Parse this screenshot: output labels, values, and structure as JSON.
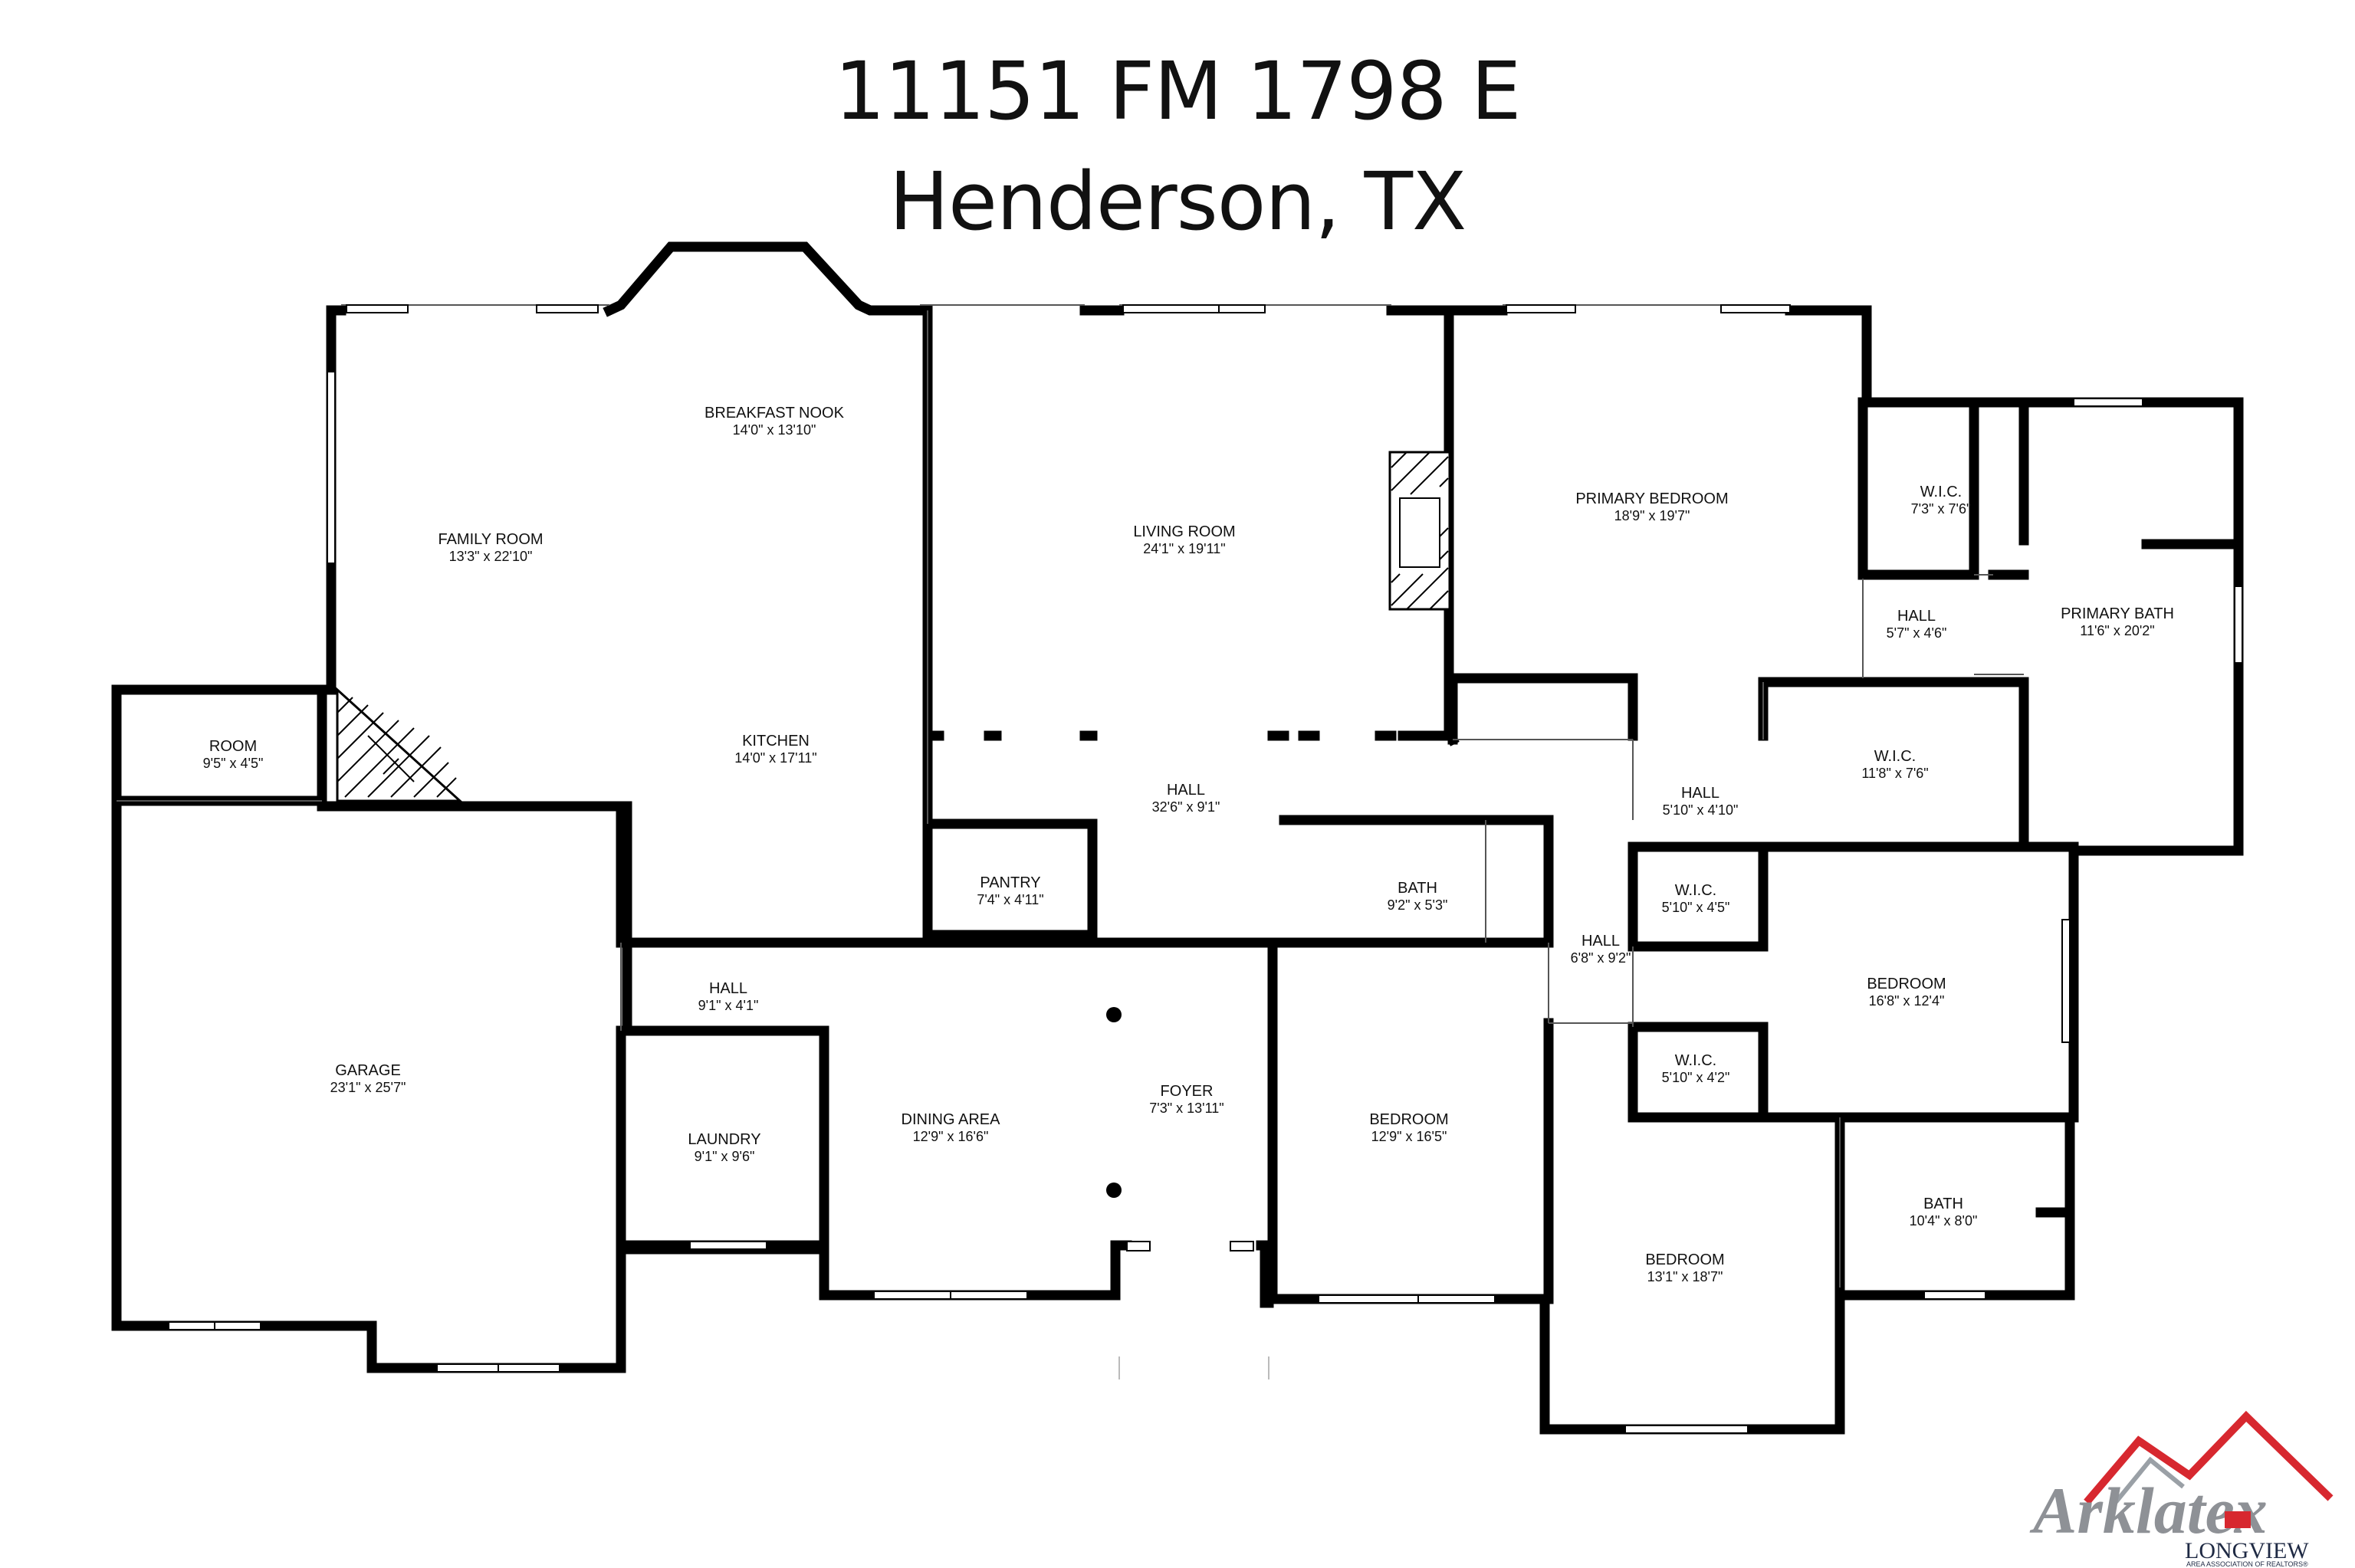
{
  "title": {
    "line1": "11151 FM 1798 E",
    "line2": "Henderson, TX"
  },
  "rooms": [
    {
      "id": "breakfast-nook",
      "name": "BREAKFAST NOOK",
      "dims": "14'0\" x 13'10\""
    },
    {
      "id": "family-room",
      "name": "FAMILY ROOM",
      "dims": "13'3\" x 22'10\""
    },
    {
      "id": "living-room",
      "name": "LIVING ROOM",
      "dims": "24'1\" x 19'11\""
    },
    {
      "id": "primary-bedroom",
      "name": "PRIMARY BEDROOM",
      "dims": "18'9\" x 19'7\""
    },
    {
      "id": "wic-primary",
      "name": "W.I.C.",
      "dims": "7'3\" x 7'6\""
    },
    {
      "id": "hall-primary",
      "name": "HALL",
      "dims": "5'7\" x 4'6\""
    },
    {
      "id": "primary-bath",
      "name": "PRIMARY BATH",
      "dims": "11'6\" x 20'2\""
    },
    {
      "id": "room",
      "name": "ROOM",
      "dims": "9'5\" x 4'5\""
    },
    {
      "id": "kitchen",
      "name": "KITCHEN",
      "dims": "14'0\" x 17'11\""
    },
    {
      "id": "hall-main",
      "name": "HALL",
      "dims": "32'6\" x 9'1\""
    },
    {
      "id": "hall-east",
      "name": "HALL",
      "dims": "5'10\" x 4'10\""
    },
    {
      "id": "wic-large",
      "name": "W.I.C.",
      "dims": "11'8\" x 7'6\""
    },
    {
      "id": "pantry",
      "name": "PANTRY",
      "dims": "7'4\" x 4'11\""
    },
    {
      "id": "bath-center",
      "name": "BATH",
      "dims": "9'2\" x 5'3\""
    },
    {
      "id": "wic-east1",
      "name": "W.I.C.",
      "dims": "5'10\" x 4'5\""
    },
    {
      "id": "hall-bed",
      "name": "HALL",
      "dims": "6'8\" x 9'2\""
    },
    {
      "id": "bedroom-east",
      "name": "BEDROOM",
      "dims": "16'8\" x 12'4\""
    },
    {
      "id": "hall-laundry",
      "name": "HALL",
      "dims": "9'1\" x 4'1\""
    },
    {
      "id": "garage",
      "name": "GARAGE",
      "dims": "23'1\" x 25'7\""
    },
    {
      "id": "foyer",
      "name": "FOYER",
      "dims": "7'3\" x 13'11\""
    },
    {
      "id": "wic-east2",
      "name": "W.I.C.",
      "dims": "5'10\" x 4'2\""
    },
    {
      "id": "dining-area",
      "name": "DINING AREA",
      "dims": "12'9\" x 16'6\""
    },
    {
      "id": "bedroom-center",
      "name": "BEDROOM",
      "dims": "12'9\" x 16'5\""
    },
    {
      "id": "laundry",
      "name": "LAUNDRY",
      "dims": "9'1\" x 9'6\""
    },
    {
      "id": "bath-east",
      "name": "BATH",
      "dims": "10'4\" x 8'0\""
    },
    {
      "id": "bedroom-south",
      "name": "BEDROOM",
      "dims": "13'1\" x 18'7\""
    }
  ],
  "logo": {
    "brand": "Arklatex",
    "city": "LONGVIEW",
    "tagline": "AREA ASSOCIATION OF REALTORS®",
    "accent_color": "#d7282f",
    "dark_color": "#1f2a44"
  }
}
